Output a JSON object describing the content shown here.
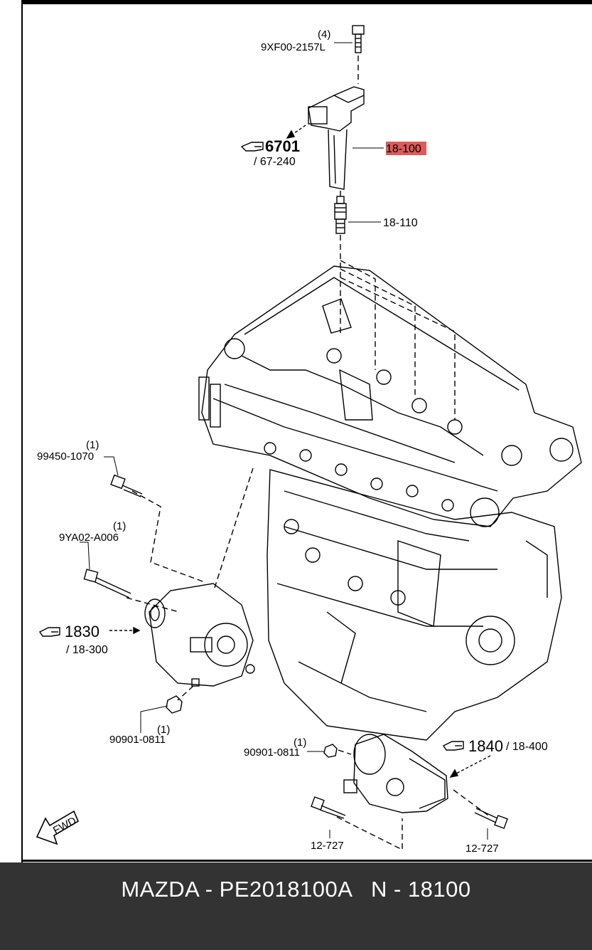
{
  "diagram": {
    "labels": {
      "bolt_top_qty": "(4)",
      "bolt_top_part": "9XF00-2157L",
      "ref_6701": "6701",
      "ref_6701_sub": "/ 67-240",
      "coil_part": "18-100",
      "spark_plug_part": "18-110",
      "bolt_a_qty": "(1)",
      "bolt_a_part": "99450-1070",
      "bolt_b_qty": "(1)",
      "bolt_b_part": "9YA02-A006",
      "ref_1830": "1830",
      "ref_1830_sub": "/ 18-300",
      "nut_a_qty": "(1)",
      "nut_a_part": "90901-0811",
      "nut_b_qty": "(1)",
      "nut_b_part": "90901-0811",
      "ref_1840": "1840",
      "ref_1840_sub": "/ 18-400",
      "bolt_c_part": "12-727",
      "bolt_d_part": "12-727",
      "fwd_label": "FWD"
    },
    "highlight_color": "#e05a5a"
  },
  "footer": {
    "text": "MAZDA - PE2018100A   N - 18100"
  }
}
